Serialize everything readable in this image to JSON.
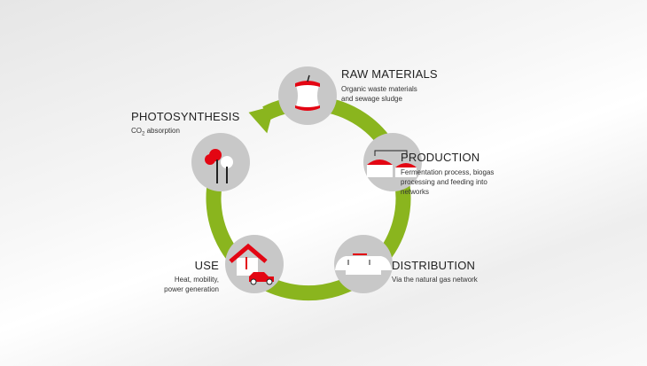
{
  "colors": {
    "ring": "#8ab51e",
    "circle": "#c8c8c8",
    "accent": "#e30613"
  },
  "stages": {
    "raw": {
      "title": "RAW MATERIALS",
      "desc": [
        "Organic waste materials",
        "and sewage sludge"
      ]
    },
    "production": {
      "title": "PRODUCTION",
      "desc": [
        "Fermentation process, biogas",
        "processing and feeding into",
        "networks"
      ]
    },
    "distribution": {
      "title": "DISTRIBUTION",
      "desc": [
        "Via the natural gas network"
      ]
    },
    "use": {
      "title": "USE",
      "desc": [
        "Heat, mobility,",
        "power generation"
      ]
    },
    "photosynthesis": {
      "title": "PHOTOSYNTHESIS",
      "desc_pre": "CO",
      "desc_sub": "2",
      "desc_post": " absorption"
    }
  }
}
